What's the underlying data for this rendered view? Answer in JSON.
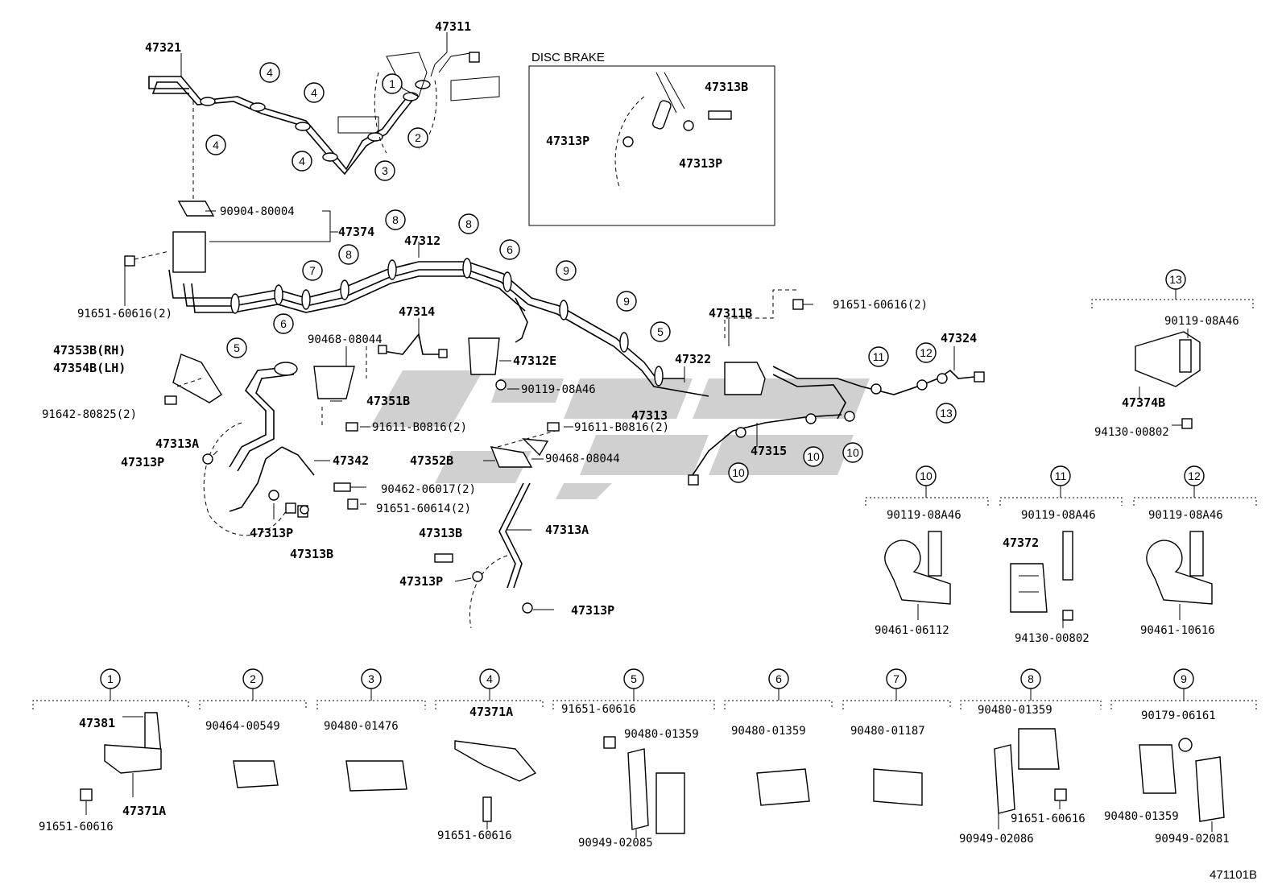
{
  "diagram_code": "471101B",
  "disc_brake_title": "DISC BRAKE",
  "labels": [
    {
      "id": "47311",
      "text": "47311"
    },
    {
      "id": "47321",
      "text": "47321"
    },
    {
      "id": "47313B_db",
      "text": "47313B"
    },
    {
      "id": "47313P_db1",
      "text": "47313P"
    },
    {
      "id": "47313P_db2",
      "text": "47313P"
    },
    {
      "id": "90904-80004",
      "text": "90904-80004"
    },
    {
      "id": "47374",
      "text": "47374"
    },
    {
      "id": "47312",
      "text": "47312"
    },
    {
      "id": "91651-60616-2a",
      "text": "91651-60616(2)"
    },
    {
      "id": "47314",
      "text": "47314"
    },
    {
      "id": "90468-08044a",
      "text": "90468-08044"
    },
    {
      "id": "47312E",
      "text": "47312E"
    },
    {
      "id": "90119-08A46a",
      "text": "90119-08A46"
    },
    {
      "id": "47351B",
      "text": "47351B"
    },
    {
      "id": "47353B",
      "text": "47353B(RH)"
    },
    {
      "id": "47354B",
      "text": "47354B(LH)"
    },
    {
      "id": "91642-80825",
      "text": "91642-80825(2)"
    },
    {
      "id": "91611-B0816a",
      "text": "91611-B0816(2)"
    },
    {
      "id": "91611-B0816b",
      "text": "91611-B0816(2)"
    },
    {
      "id": "47313A_l",
      "text": "47313A"
    },
    {
      "id": "47313P_l",
      "text": "47313P"
    },
    {
      "id": "47342",
      "text": "47342"
    },
    {
      "id": "47352B",
      "text": "47352B"
    },
    {
      "id": "90468-08044b",
      "text": "90468-08044"
    },
    {
      "id": "90462-06017",
      "text": "90462-06017(2)"
    },
    {
      "id": "91651-60614",
      "text": "91651-60614(2)"
    },
    {
      "id": "47313P_m",
      "text": "47313P"
    },
    {
      "id": "47313B_m",
      "text": "47313B"
    },
    {
      "id": "47313B_c",
      "text": "47313B"
    },
    {
      "id": "47313A_c",
      "text": "47313A"
    },
    {
      "id": "47313P_c1",
      "text": "47313P"
    },
    {
      "id": "47313P_c2",
      "text": "47313P"
    },
    {
      "id": "47311B",
      "text": "47311B"
    },
    {
      "id": "91651-60616-2b",
      "text": "91651-60616(2)"
    },
    {
      "id": "47322",
      "text": "47322"
    },
    {
      "id": "47313",
      "text": "47313"
    },
    {
      "id": "47315",
      "text": "47315"
    },
    {
      "id": "47324",
      "text": "47324"
    },
    {
      "id": "90119-08A46b",
      "text": "90119-08A46"
    },
    {
      "id": "47374B",
      "text": "47374B"
    },
    {
      "id": "94130-00802a",
      "text": "94130-00802"
    },
    {
      "id": "90119-08A46c",
      "text": "90119-08A46"
    },
    {
      "id": "90461-06112",
      "text": "90461-06112"
    },
    {
      "id": "90119-08A46d",
      "text": "90119-08A46"
    },
    {
      "id": "47372",
      "text": "47372"
    },
    {
      "id": "94130-00802b",
      "text": "94130-00802"
    },
    {
      "id": "90119-08A46e",
      "text": "90119-08A46"
    },
    {
      "id": "90461-10616",
      "text": "90461-10616"
    },
    {
      "id": "47381",
      "text": "47381"
    },
    {
      "id": "91651-60616a",
      "text": "91651-60616"
    },
    {
      "id": "47371A_1",
      "text": "47371A"
    },
    {
      "id": "90464-00549",
      "text": "90464-00549"
    },
    {
      "id": "90480-01476",
      "text": "90480-01476"
    },
    {
      "id": "47371A_4",
      "text": "47371A"
    },
    {
      "id": "91651-60616b",
      "text": "91651-60616"
    },
    {
      "id": "91651-60616c",
      "text": "91651-60616"
    },
    {
      "id": "90480-01359a",
      "text": "90480-01359"
    },
    {
      "id": "90949-02085",
      "text": "90949-02085"
    },
    {
      "id": "90480-01359b",
      "text": "90480-01359"
    },
    {
      "id": "90480-01187",
      "text": "90480-01187"
    },
    {
      "id": "90480-01359c",
      "text": "90480-01359"
    },
    {
      "id": "91651-60616d",
      "text": "91651-60616"
    },
    {
      "id": "90949-02086",
      "text": "90949-02086"
    },
    {
      "id": "90179-06161",
      "text": "90179-06161"
    },
    {
      "id": "90480-01359d",
      "text": "90480-01359"
    },
    {
      "id": "90949-02081",
      "text": "90949-02081"
    }
  ],
  "callouts": [
    "1",
    "2",
    "3",
    "4",
    "5",
    "6",
    "7",
    "8",
    "9",
    "10",
    "11",
    "12",
    "13"
  ]
}
